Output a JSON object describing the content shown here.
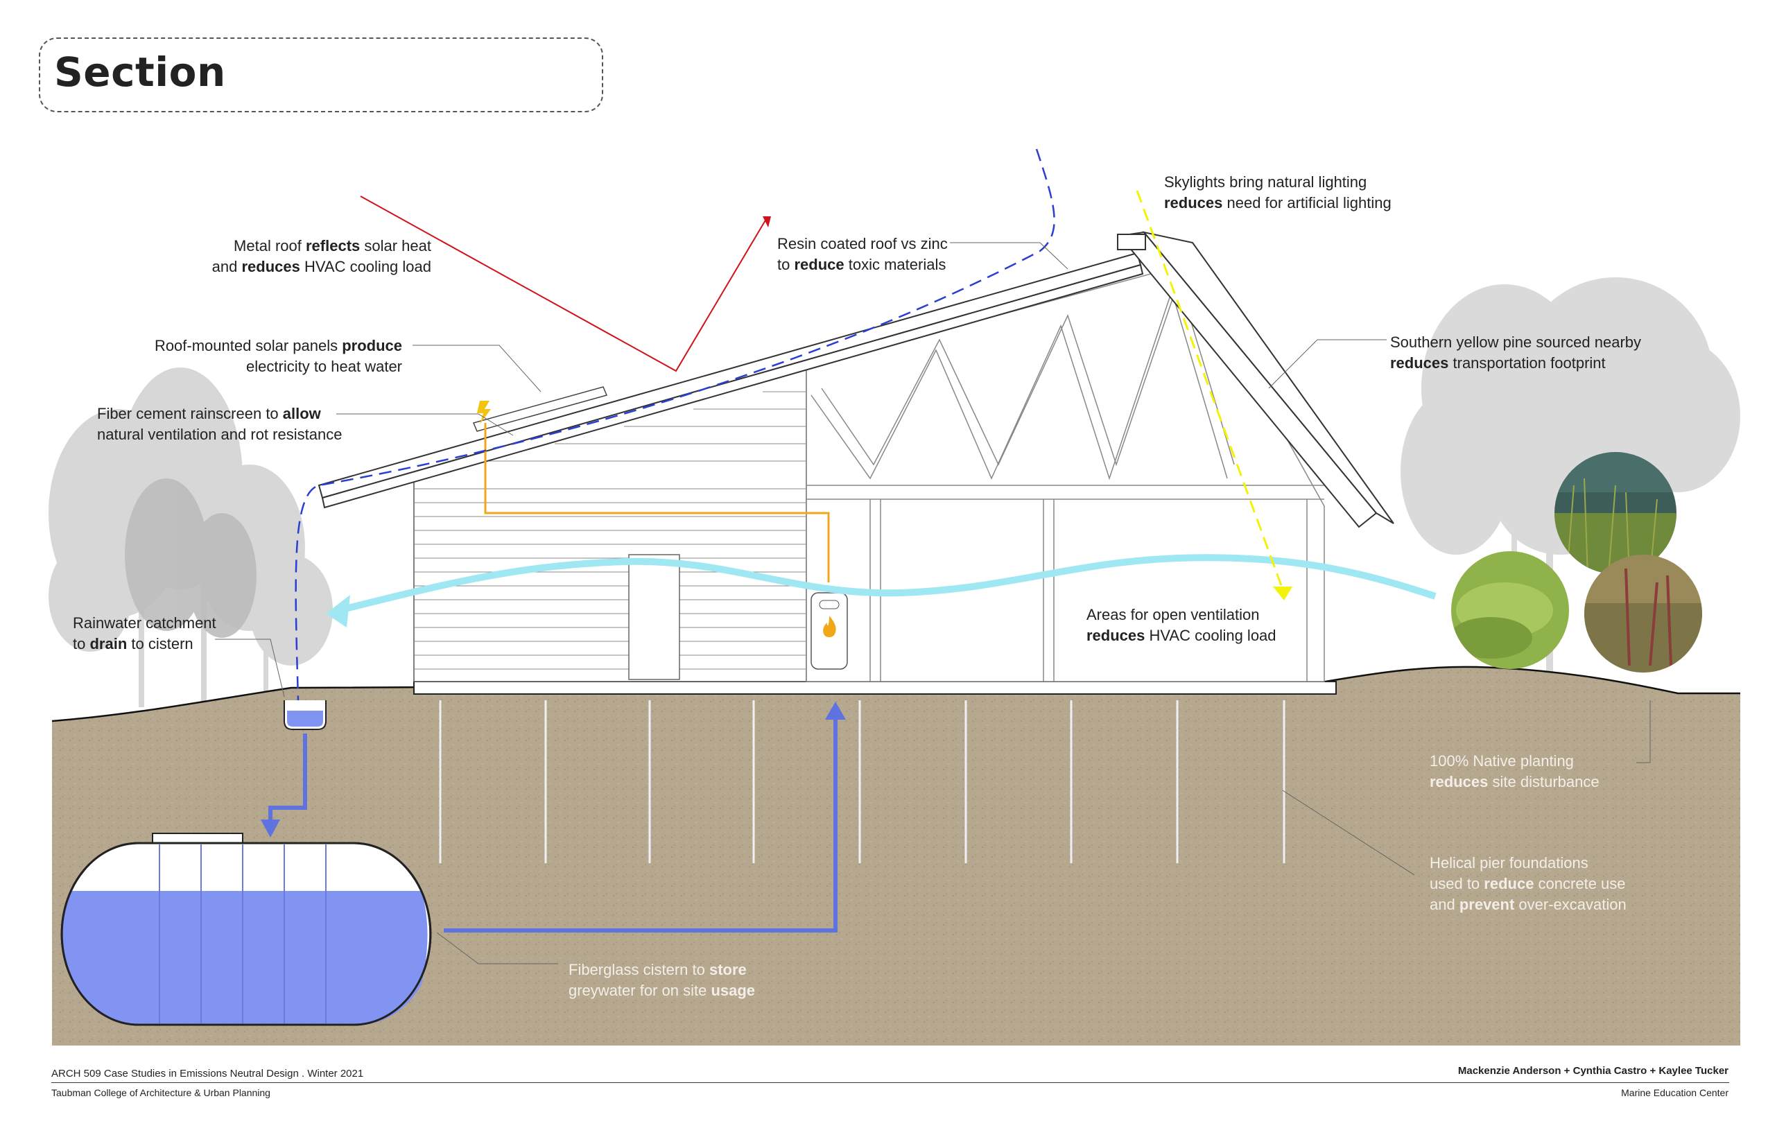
{
  "title": "Section",
  "annotations": {
    "metal_roof": {
      "line1_pre": "Metal roof ",
      "line1_bold": "reflects",
      "line1_post": " solar heat",
      "line2_pre": "and ",
      "line2_bold": "reduces",
      "line2_post": " HVAC cooling load"
    },
    "resin_roof": {
      "line1": "Resin coated roof vs zinc",
      "line2_pre": "to ",
      "line2_bold": "reduce",
      "line2_post": " toxic materials"
    },
    "skylights": {
      "line1": "Skylights bring natural lighting",
      "line2_bold": "reduces",
      "line2_post": " need for artificial lighting"
    },
    "solar_panels": {
      "line1_pre": "Roof-mounted solar panels ",
      "line1_bold": "produce",
      "line2": "electricity to heat water"
    },
    "rainscreen": {
      "line1_pre": "Fiber cement rainscreen to ",
      "line1_bold": "allow",
      "line2": "natural ventilation and rot resistance"
    },
    "pine": {
      "line1": "Southern yellow pine sourced nearby",
      "line2_bold": "reduces",
      "line2_post": " transportation footprint"
    },
    "rainwater": {
      "line1": "Rainwater catchment",
      "line2_pre": "to ",
      "line2_bold": "drain",
      "line2_post": " to cistern"
    },
    "ventilation": {
      "line1": "Areas for open ventilation",
      "line2_bold": "reduces",
      "line2_post": " HVAC cooling load"
    },
    "native": {
      "line1": "100% Native planting",
      "line2_bold": "reduces",
      "line2_post": " site disturbance"
    },
    "helical": {
      "line1": "Helical pier foundations",
      "line2_pre": "used to ",
      "line2_bold": "reduce",
      "line2_post": " concrete use",
      "line3_pre": "and ",
      "line3_bold": "prevent",
      "line3_post": " over-excavation"
    },
    "cistern": {
      "line1_pre": "Fiberglass cistern to ",
      "line1_bold": "store",
      "line2_pre": "greywater for on site ",
      "line2_bold": "usage"
    }
  },
  "footer": {
    "course": "ARCH 509  Case Studies in Emissions Neutral Design   .   Winter 2021",
    "authors": "Mackenzie Anderson + Cynthia Castro + Kaylee Tucker",
    "school": "Taubman College of Architecture & Urban Planning",
    "project": "Marine Education Center"
  },
  "colors": {
    "soil": "#b5a68e",
    "water": "#8194f2",
    "pipe": "#5e72e0",
    "solar_arrow": "#d0131a",
    "wind": "#9fe7f2",
    "sun_ray": "#f2f20a",
    "electric": "#f0a818",
    "rain": "#2a3fd1"
  },
  "icons": [
    "flame-icon",
    "lightning-icon",
    "tree-silhouettes",
    "grass-photo-circles"
  ]
}
